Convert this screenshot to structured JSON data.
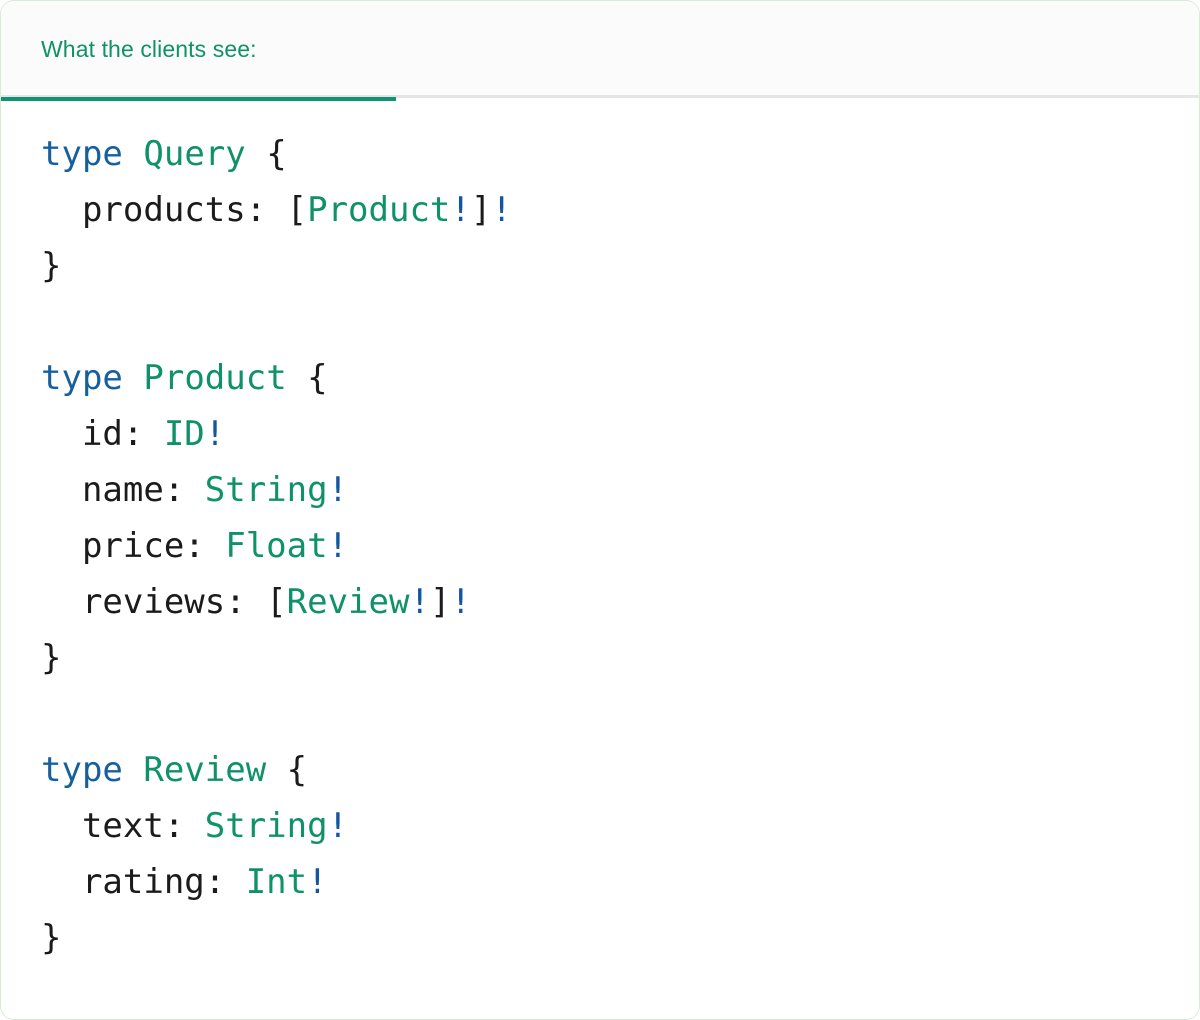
{
  "card": {
    "accent_green": "#119272",
    "border_color": "#d9ead9",
    "header_bg": "#fbfbfb",
    "body_bg": "#ffffff"
  },
  "header": {
    "tab_label": "What the clients see:",
    "tab_active": true,
    "tab_text_color": "#0f9268",
    "underline_color": "#119272",
    "divider_color": "#e6e6e6"
  },
  "code": {
    "language": "graphql",
    "colors": {
      "keyword": "#17609e",
      "type_name": "#0f9268",
      "plain": "#1b1b1b",
      "non_null": "#1356a0"
    },
    "raw": "type Query {\n  products: [Product!]!\n}\n\ntype Product {\n  id: ID!\n  name: String!\n  price: Float!\n  reviews: [Review!]!\n}\n\ntype Review {\n  text: String!\n  rating: Int!\n}",
    "lines": [
      {
        "n": 1,
        "tokens": [
          {
            "t": "type",
            "c": "kw"
          },
          {
            "t": " ",
            "c": "pn"
          },
          {
            "t": "Query",
            "c": "tn"
          },
          {
            "t": " {",
            "c": "pn"
          }
        ]
      },
      {
        "n": 2,
        "tokens": [
          {
            "t": "  products: [",
            "c": "pn"
          },
          {
            "t": "Product",
            "c": "tn"
          },
          {
            "t": "!",
            "c": "bang"
          },
          {
            "t": "]",
            "c": "pn"
          },
          {
            "t": "!",
            "c": "bang"
          }
        ]
      },
      {
        "n": 3,
        "tokens": [
          {
            "t": "}",
            "c": "pn"
          }
        ]
      },
      {
        "n": 4,
        "tokens": []
      },
      {
        "n": 5,
        "tokens": [
          {
            "t": "type",
            "c": "kw"
          },
          {
            "t": " ",
            "c": "pn"
          },
          {
            "t": "Product",
            "c": "tn"
          },
          {
            "t": " {",
            "c": "pn"
          }
        ]
      },
      {
        "n": 6,
        "tokens": [
          {
            "t": "  id: ",
            "c": "pn"
          },
          {
            "t": "ID",
            "c": "tn"
          },
          {
            "t": "!",
            "c": "bang"
          }
        ]
      },
      {
        "n": 7,
        "tokens": [
          {
            "t": "  name: ",
            "c": "pn"
          },
          {
            "t": "String",
            "c": "tn"
          },
          {
            "t": "!",
            "c": "bang"
          }
        ]
      },
      {
        "n": 8,
        "tokens": [
          {
            "t": "  price: ",
            "c": "pn"
          },
          {
            "t": "Float",
            "c": "tn"
          },
          {
            "t": "!",
            "c": "bang"
          }
        ]
      },
      {
        "n": 9,
        "tokens": [
          {
            "t": "  reviews: [",
            "c": "pn"
          },
          {
            "t": "Review",
            "c": "tn"
          },
          {
            "t": "!",
            "c": "bang"
          },
          {
            "t": "]",
            "c": "pn"
          },
          {
            "t": "!",
            "c": "bang"
          }
        ]
      },
      {
        "n": 10,
        "tokens": [
          {
            "t": "}",
            "c": "pn"
          }
        ]
      },
      {
        "n": 11,
        "tokens": []
      },
      {
        "n": 12,
        "tokens": [
          {
            "t": "type",
            "c": "kw"
          },
          {
            "t": " ",
            "c": "pn"
          },
          {
            "t": "Review",
            "c": "tn"
          },
          {
            "t": " {",
            "c": "pn"
          }
        ]
      },
      {
        "n": 13,
        "tokens": [
          {
            "t": "  text: ",
            "c": "pn"
          },
          {
            "t": "String",
            "c": "tn"
          },
          {
            "t": "!",
            "c": "bang"
          }
        ]
      },
      {
        "n": 14,
        "tokens": [
          {
            "t": "  rating: ",
            "c": "pn"
          },
          {
            "t": "Int",
            "c": "tn"
          },
          {
            "t": "!",
            "c": "bang"
          }
        ]
      },
      {
        "n": 15,
        "tokens": [
          {
            "t": "}",
            "c": "pn"
          }
        ]
      }
    ]
  }
}
